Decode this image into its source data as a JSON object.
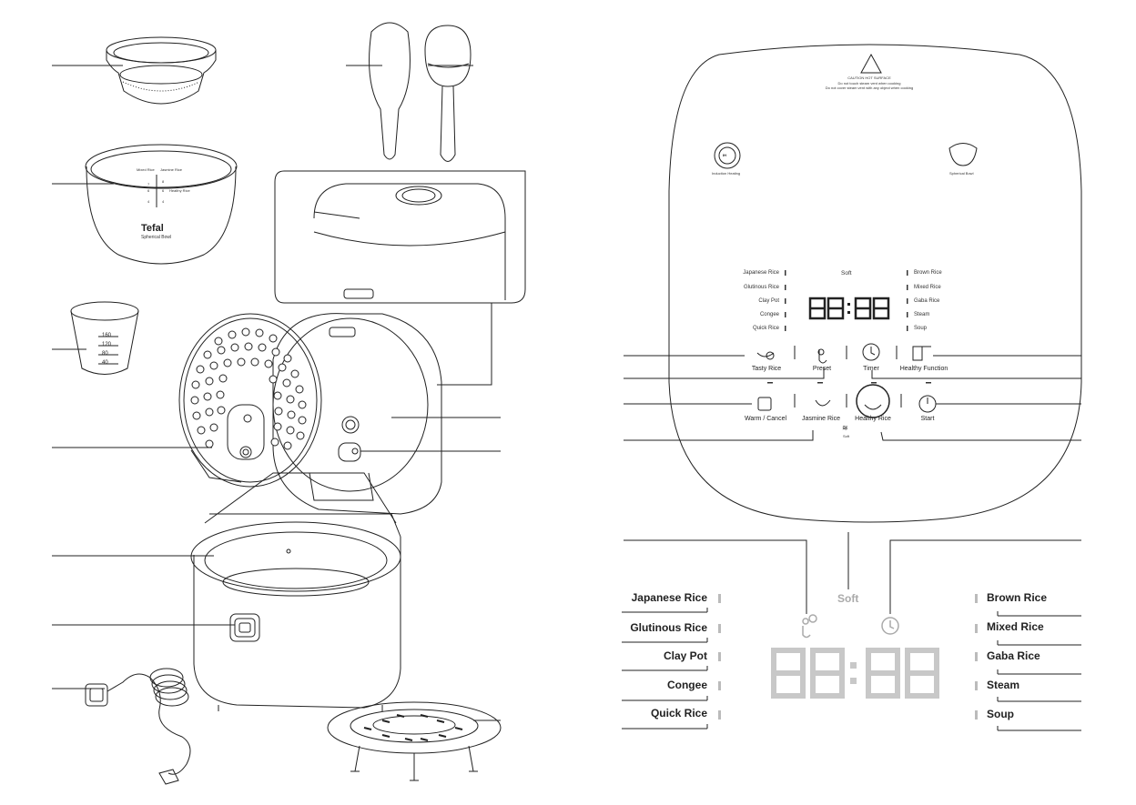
{
  "warning": {
    "line1": "CAUTION HOT SURFACE",
    "line2": "Do not touch steam vent when cooking",
    "line3": "Do not cover steam vent with any object when cooking"
  },
  "features": {
    "induction": "Induction Heating",
    "spherical": "Spherical Bowl",
    "ih_badge": "IH"
  },
  "bowl": {
    "brand": "Tefal",
    "model": "Spherical Bowl",
    "mixed_col": "Mixed Rice",
    "jasmine_col": "Jasmine Rice",
    "healthy_label": "Healthy Rice",
    "marks_left": [
      "7",
      "6",
      "4"
    ],
    "marks_right": [
      "8",
      "6",
      "4"
    ]
  },
  "cup": {
    "marks": [
      "160",
      "120",
      "80",
      "40"
    ]
  },
  "panel": {
    "soft": "Soft",
    "time_display": "88:88",
    "modes_left": [
      "Japanese Rice",
      "Glutinous Rice",
      "Clay Pot",
      "Congee",
      "Quick Rice"
    ],
    "modes_right": [
      "Brown Rice",
      "Mixed Rice",
      "Gaba Rice",
      "Steam",
      "Soup"
    ],
    "buttons_row1": [
      "Tasty Rice",
      "Preset",
      "Timer",
      "Healthy Function"
    ],
    "buttons_row2": [
      "Warm / Cancel",
      "Jasmine Rice",
      "Healthy Rice",
      "Start"
    ],
    "soft_small": "Soft"
  },
  "zoom": {
    "soft": "Soft",
    "modes_left": [
      "Japanese Rice",
      "Glutinous Rice",
      "Clay Pot",
      "Congee",
      "Quick Rice"
    ],
    "modes_right": [
      "Brown Rice",
      "Mixed Rice",
      "Gaba Rice",
      "Steam",
      "Soup"
    ]
  },
  "colors": {
    "line": "#222222",
    "display_grey": "#c8c8c8",
    "soft_grey": "#aaaaaa"
  }
}
